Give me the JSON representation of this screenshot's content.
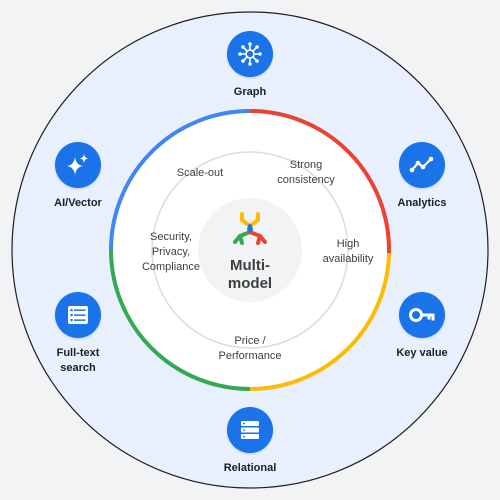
{
  "center": {
    "label_line1": "Multi-",
    "label_line2": "model"
  },
  "inner_labels": {
    "scale_out": "Scale-out",
    "strong_consistency_1": "Strong",
    "strong_consistency_2": "consistency",
    "high_availability_1": "High",
    "high_availability_2": "availability",
    "price_1": "Price /",
    "price_2": "Performance",
    "security_1": "Security,",
    "security_2": "Privacy,",
    "security_3": "Compliance"
  },
  "nodes": {
    "graph": {
      "label": "Graph",
      "icon": "graph-icon"
    },
    "analytics": {
      "label": "Analytics",
      "icon": "analytics-icon"
    },
    "key_value": {
      "label": "Key value",
      "icon": "key-icon"
    },
    "relational": {
      "label": "Relational",
      "icon": "database-icon"
    },
    "full_text": {
      "label_1": "Full-text",
      "label_2": "search",
      "icon": "document-list-icon"
    },
    "ai_vector": {
      "label": "AI/Vector",
      "icon": "sparkle-icon"
    }
  },
  "colors": {
    "background": "#f1f3f4",
    "outer_circle": "#e8f0fe",
    "icon_blue": "#1a73e8",
    "ring_blue": "#4285f4",
    "ring_red": "#ea4335",
    "ring_yellow": "#fbbc04",
    "ring_green": "#34a853"
  }
}
